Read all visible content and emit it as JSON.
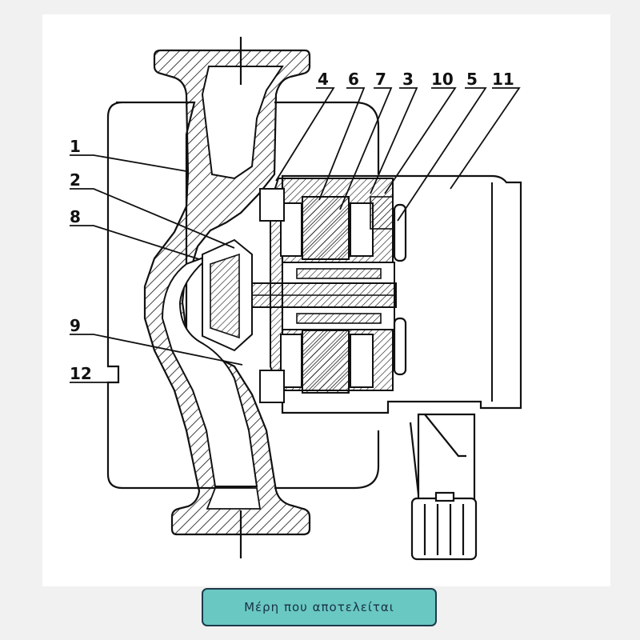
{
  "figure": {
    "callouts": [
      {
        "id": "c1",
        "label": "1"
      },
      {
        "id": "c2",
        "label": "2"
      },
      {
        "id": "c8",
        "label": "8"
      },
      {
        "id": "c9",
        "label": "9"
      },
      {
        "id": "c12",
        "label": "12"
      },
      {
        "id": "c4",
        "label": "4"
      },
      {
        "id": "c6",
        "label": "6"
      },
      {
        "id": "c7",
        "label": "7"
      },
      {
        "id": "c3",
        "label": "3"
      },
      {
        "id": "c10",
        "label": "10"
      },
      {
        "id": "c5",
        "label": "5"
      },
      {
        "id": "c11",
        "label": "11"
      }
    ]
  },
  "caption": {
    "button_label": "Μέρη που αποτελείται"
  },
  "colors": {
    "background": "#f1f1f1",
    "drawing_background": "#ffffff",
    "button_fill": "#6ac8c2",
    "button_border": "#1e3a4a",
    "button_text": "#173046"
  }
}
